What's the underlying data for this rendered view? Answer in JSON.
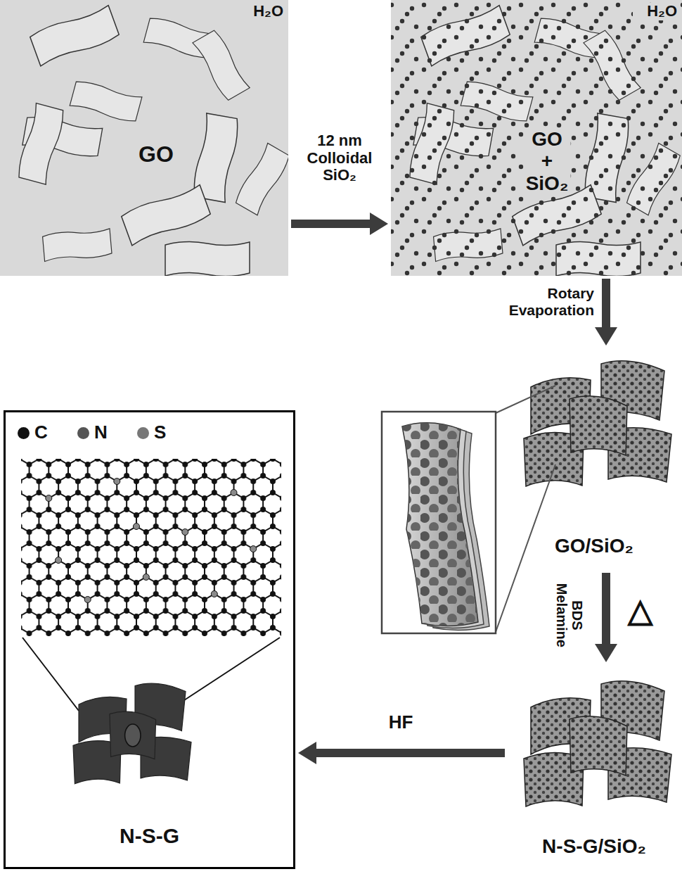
{
  "diagram": {
    "nodes": [
      {
        "text": [
          "H₂O",
          "GO"
        ]
      },
      {
        "text": [
          "H₂O",
          "GO + SiO₂"
        ]
      },
      {
        "text": [
          "GO/SiO₂"
        ]
      },
      {
        "text": [
          "N-S-G/SiO₂"
        ]
      },
      {
        "text": [
          "N-S-G"
        ]
      }
    ],
    "edges": [
      {
        "from": 0,
        "to": 1,
        "arrow": "to",
        "label": "12 nm Colloidal SiO₂"
      },
      {
        "from": 1,
        "to": 2,
        "arrow": "to",
        "label": "Rotary Evaporation"
      },
      {
        "from": 2,
        "to": 3,
        "arrow": "to",
        "label": "BDS Melamine"
      },
      {
        "from": 3,
        "to": 4,
        "arrow": "to",
        "label": "HF"
      }
    ],
    "labels": [
      "△"
    ],
    "legend": [
      {
        "text": "C",
        "color": "#111111"
      },
      {
        "text": "N",
        "color": "#555555"
      },
      {
        "text": "S",
        "color": "#777777"
      }
    ]
  }
}
